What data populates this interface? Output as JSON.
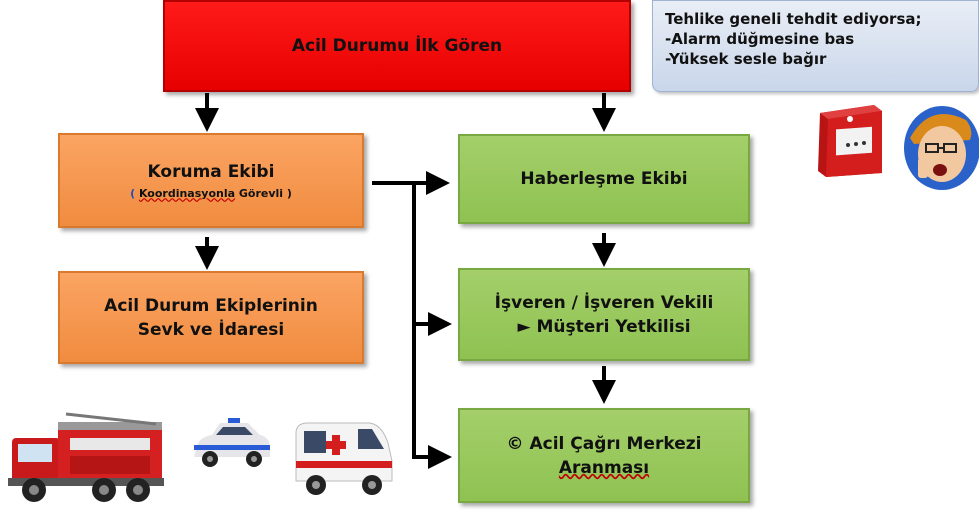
{
  "top_box": {
    "label": "Acil Durumu İlk Gören"
  },
  "notice": {
    "line1": "Tehlike geneli tehdit ediyorsa;",
    "line2": "-Alarm düğmesine bas",
    "line3": "-Yüksek sesle bağır"
  },
  "koruma": {
    "title": "Koruma Ekibi",
    "sub_open": "( ",
    "sub_keyword": "Koordinasyonla",
    "sub_rest": " Görevli )"
  },
  "sevk": {
    "line1": "Acil Durum Ekiplerinin",
    "line2": "Sevk ve İdaresi"
  },
  "haberlesme": {
    "label": "Haberleşme Ekibi"
  },
  "isveren": {
    "line1": "İşveren / İşveren Vekili",
    "line2": "► Müşteri Yetkilisi"
  },
  "cagri": {
    "line1": "© Acil Çağrı Merkezi",
    "line2": "Aranması"
  },
  "pictures": {
    "alarm": "fire-alarm-button",
    "person": "shouting-person",
    "firetruck": "fire-truck",
    "police": "police-car",
    "ambulance": "ambulance"
  },
  "colors": {
    "red": "#ff0000",
    "orange": "#f79646",
    "green": "#9bbb59",
    "notice": "#dce6f2"
  }
}
